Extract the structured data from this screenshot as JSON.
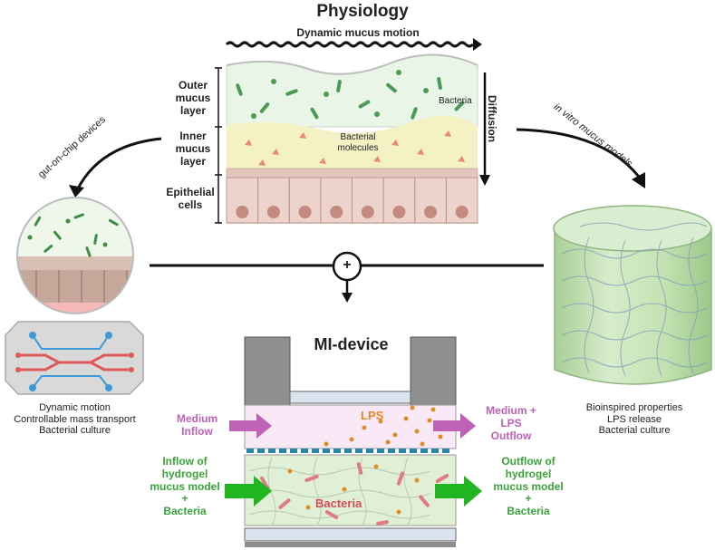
{
  "physiology": {
    "title": "Physiology",
    "motion_label": "Dynamic mucus motion",
    "outer_layer_label": "Outer mucus layer",
    "inner_layer_label": "Inner mucus layer",
    "epithelial_label": "Epithelial cells",
    "bacteria_label": "Bacteria",
    "molecules_label": "Bacterial molecules",
    "diffusion_label": "Diffusion"
  },
  "left_branch": {
    "arrow_label": "gut-on-chip devices",
    "caption_lines": [
      "Dynamic motion",
      "Controllable mass transport",
      "Bacterial culture"
    ]
  },
  "right_branch": {
    "arrow_label": "in vitro mucus models",
    "caption_lines": [
      "Bioinspired  properties",
      "LPS release",
      "Bacterial culture"
    ]
  },
  "center": {
    "plus_symbol": "+",
    "device_title": "MI-device",
    "lps_label": "LPS",
    "bacteria_label": "Bacteria",
    "medium_inflow": [
      "Medium",
      "Inflow"
    ],
    "medium_outflow": [
      "Medium +",
      "LPS",
      "Outflow"
    ],
    "hydrogel_inflow": [
      "Inflow of",
      "hydrogel",
      "mucus model",
      "+",
      "Bacteria"
    ],
    "hydrogel_outflow": [
      "Outflow of",
      "hydrogel",
      "mucus model",
      "+",
      "Bacteria"
    ]
  },
  "colors": {
    "mucus_outer": "#e8f4e6",
    "mucus_inner": "#f3f0c6",
    "epithelium": "#e6c8bf",
    "nucleus": "#c58a80",
    "bacteria_green": "#4c9a55",
    "hydrogel": "#cfe8c0",
    "medium_pink": "#c061b8",
    "inflow_green": "#22b522",
    "lps_orange": "#e8891f",
    "membrane_blue": "#2a86a6",
    "chip_red": "#e0575b",
    "chip_blue": "#3d9ad6"
  }
}
